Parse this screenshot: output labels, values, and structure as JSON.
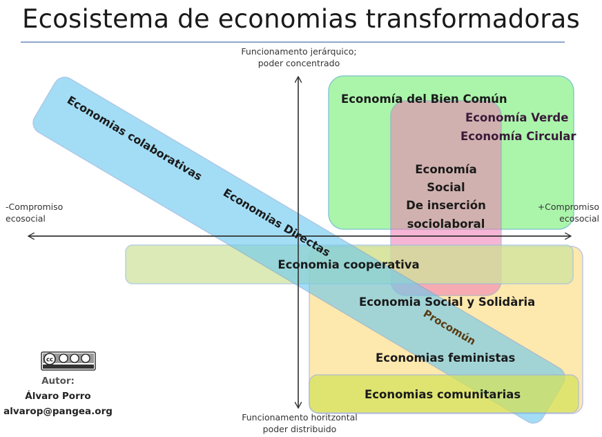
{
  "title": "Ecosistema de economias transformadoras",
  "axes": {
    "top": [
      "Funcionamento jerárquico;",
      "poder concentrado"
    ],
    "bottom": [
      "Funcionamento  horitzontal",
      "poder distribuido"
    ],
    "left": [
      "-Compromiso",
      "ecosocial"
    ],
    "right": [
      "+Compromiso",
      "ecosocial"
    ]
  },
  "regions": {
    "bien_comun": "Economía del Bien Común",
    "verde": "Economía Verde",
    "circular": "Economía Circular",
    "social_lines": [
      "Economía",
      "Social",
      "De inserción",
      "sociolaboral"
    ],
    "colaborativas": "Economias colaborativas",
    "directas": "Economias Directas",
    "cooperativa": "Economia cooperativa",
    "social_solidaria": "Economia Social y Solidària",
    "procomun": "Procomún",
    "feministas": "Economias feministas",
    "comunitarias": "Economias comunitarias"
  },
  "author": {
    "license_icon": "cc-by-nc-sa-icon",
    "label": "Autor:",
    "name": "Álvaro Porro",
    "email": "alvarop@pangea.org"
  },
  "colors": {
    "green": "#9ef59e",
    "magenta": "#e79ad2",
    "blue": "#8dd6f7",
    "olive": "#d6e6a6",
    "yellow": "#fde6a6",
    "lime": "#d9e866"
  }
}
